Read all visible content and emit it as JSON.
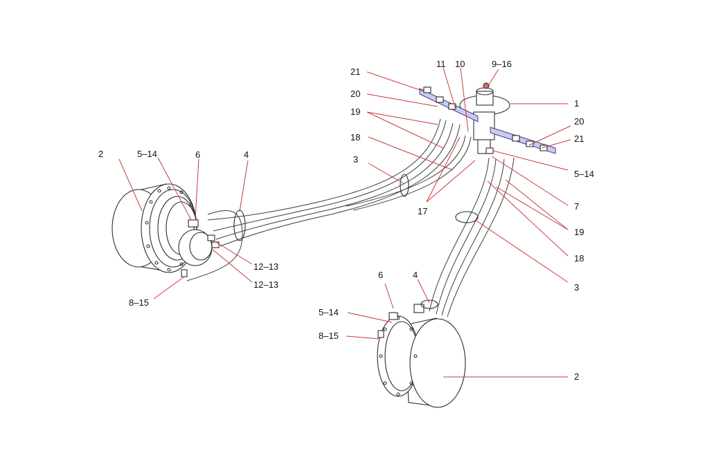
{
  "callouts": [
    {
      "id": "c1",
      "text": "1"
    },
    {
      "id": "c2a",
      "text": "2"
    },
    {
      "id": "c2b",
      "text": "2"
    },
    {
      "id": "c3a",
      "text": "3"
    },
    {
      "id": "c3b",
      "text": "3"
    },
    {
      "id": "c4a",
      "text": "4"
    },
    {
      "id": "c4b",
      "text": "4"
    },
    {
      "id": "c514a",
      "text": "5–14"
    },
    {
      "id": "c514b",
      "text": "5–14"
    },
    {
      "id": "c514c",
      "text": "5–14"
    },
    {
      "id": "c6a",
      "text": "6"
    },
    {
      "id": "c6b",
      "text": "6"
    },
    {
      "id": "c7",
      "text": "7"
    },
    {
      "id": "c815a",
      "text": "8–15"
    },
    {
      "id": "c815b",
      "text": "8–15"
    },
    {
      "id": "c916",
      "text": "9–16"
    },
    {
      "id": "c10",
      "text": "10"
    },
    {
      "id": "c11",
      "text": "11"
    },
    {
      "id": "c1213a",
      "text": "12–13"
    },
    {
      "id": "c1213b",
      "text": "12–13"
    },
    {
      "id": "c17",
      "text": "17"
    },
    {
      "id": "c18a",
      "text": "18"
    },
    {
      "id": "c18b",
      "text": "18"
    },
    {
      "id": "c19a",
      "text": "19"
    },
    {
      "id": "c19b",
      "text": "19"
    },
    {
      "id": "c20a",
      "text": "20"
    },
    {
      "id": "c20b",
      "text": "20"
    },
    {
      "id": "c21a",
      "text": "21"
    },
    {
      "id": "c21b",
      "text": "21"
    }
  ]
}
